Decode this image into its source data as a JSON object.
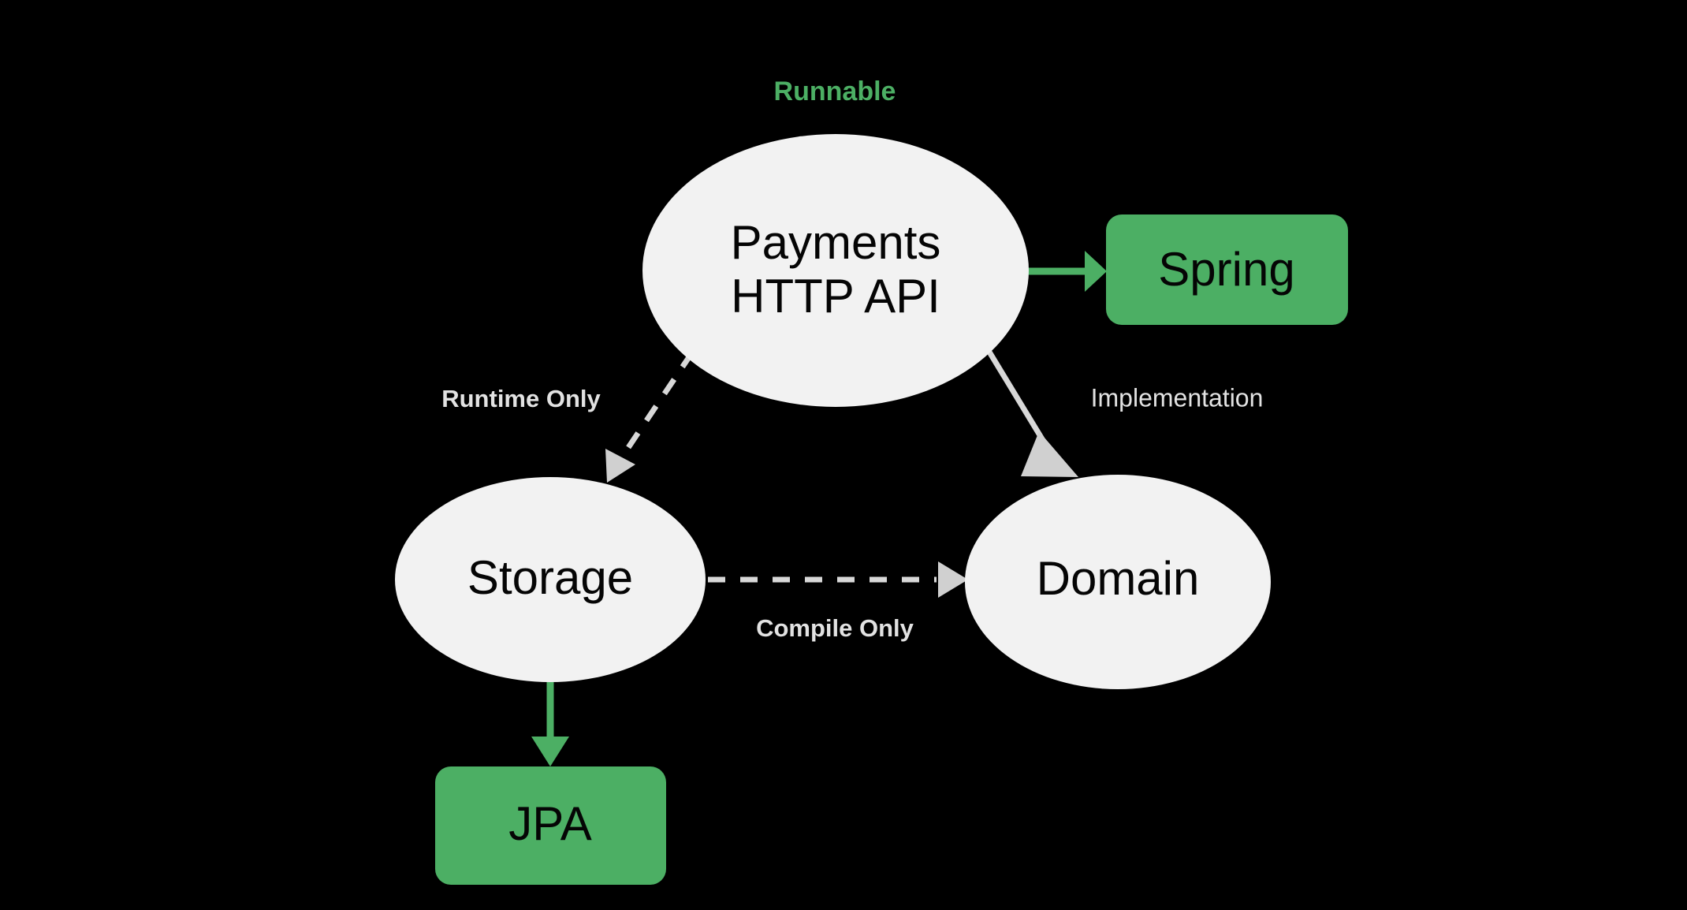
{
  "diagram": {
    "title": "Payments module dependency diagram",
    "background_color": "#000000",
    "annotation": {
      "label": "Runnable",
      "color": "#4CAF64"
    },
    "colors": {
      "node_fill": "#F2F2F2",
      "node_text": "#050505",
      "library_fill": "#4CAF64",
      "library_text": "#050505",
      "edge_gray": "#D8D8D8",
      "edge_green": "#4CAF64",
      "edge_label_text": "#E2E2E2"
    },
    "nodes": [
      {
        "id": "payments-http-api",
        "shape": "ellipse",
        "line1": "Payments",
        "line2": "HTTP API",
        "fill": "#F2F2F2",
        "text_color": "#050505"
      },
      {
        "id": "spring",
        "shape": "rounded-rect",
        "label": "Spring",
        "fill": "#4CAF64",
        "text_color": "#050505"
      },
      {
        "id": "storage",
        "shape": "ellipse",
        "label": "Storage",
        "fill": "#F2F2F2",
        "text_color": "#050505"
      },
      {
        "id": "domain",
        "shape": "ellipse",
        "label": "Domain",
        "fill": "#F2F2F2",
        "text_color": "#050505"
      },
      {
        "id": "jpa",
        "shape": "rounded-rect",
        "label": "JPA",
        "fill": "#4CAF64",
        "text_color": "#050505"
      }
    ],
    "edges": [
      {
        "id": "payments-to-spring",
        "from": "payments-http-api",
        "to": "spring",
        "label": "",
        "style": "solid",
        "color": "#4CAF64"
      },
      {
        "id": "payments-to-storage",
        "from": "payments-http-api",
        "to": "storage",
        "label": "Runtime Only",
        "style": "dashed",
        "color": "#D8D8D8"
      },
      {
        "id": "payments-to-domain",
        "from": "payments-http-api",
        "to": "domain",
        "label": "Implementation",
        "style": "solid",
        "color": "#D8D8D8"
      },
      {
        "id": "storage-to-domain",
        "from": "storage",
        "to": "domain",
        "label": "Compile Only",
        "style": "dashed",
        "color": "#D8D8D8"
      },
      {
        "id": "storage-to-jpa",
        "from": "storage",
        "to": "jpa",
        "label": "",
        "style": "solid",
        "color": "#4CAF64"
      }
    ]
  }
}
